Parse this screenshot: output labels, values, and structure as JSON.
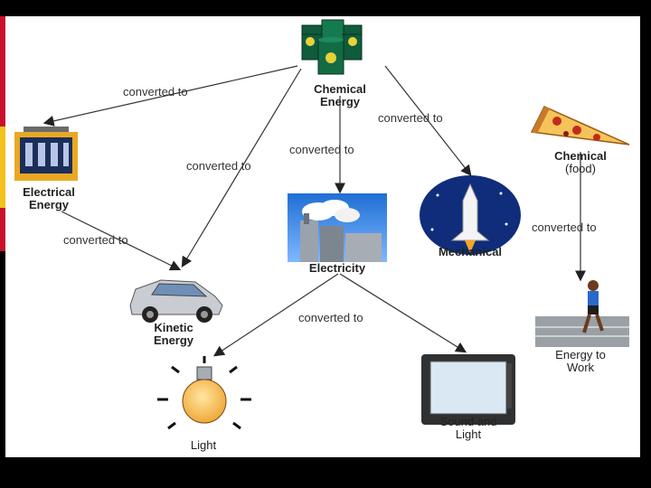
{
  "nodes": {
    "chemical_energy": {
      "line1": "Chemical",
      "line2": "Energy"
    },
    "electrical_energy": {
      "line1": "Electrical",
      "line2": "Energy"
    },
    "kinetic_energy": {
      "line1": "Kinetic",
      "line2": "Energy"
    },
    "electricity": {
      "label": "Electricity"
    },
    "mechanical": {
      "label": "Mechanical"
    },
    "chemical_food": {
      "line1": "Chemical",
      "line2": "(food)"
    },
    "energy_to_work": {
      "line1": "Energy to",
      "line2": "Work"
    },
    "light": {
      "label": "Light"
    },
    "sound_and_light": {
      "line1": "Sound and",
      "line2": "Light"
    }
  },
  "edges": {
    "chem_to_electrical": "converted to",
    "chem_to_kinetic": "converted to",
    "chem_to_electricity": "converted to",
    "chem_to_mechanical": "converted to",
    "food_to_work": "converted to",
    "electrical_to_kinetic": "converted to",
    "electricity_to_light_tv": "converted to"
  },
  "colors": {
    "frame": "#000000",
    "accent_red": "#c8102e",
    "accent_yellow": "#f3c21b",
    "canvas": "#ffffff"
  },
  "icons": [
    "oil-barrels-icon",
    "battery-icon",
    "car-icon",
    "power-plant-icon",
    "space-shuttle-icon",
    "pizza-slice-icon",
    "runner-icon",
    "light-bulb-icon",
    "television-icon"
  ]
}
